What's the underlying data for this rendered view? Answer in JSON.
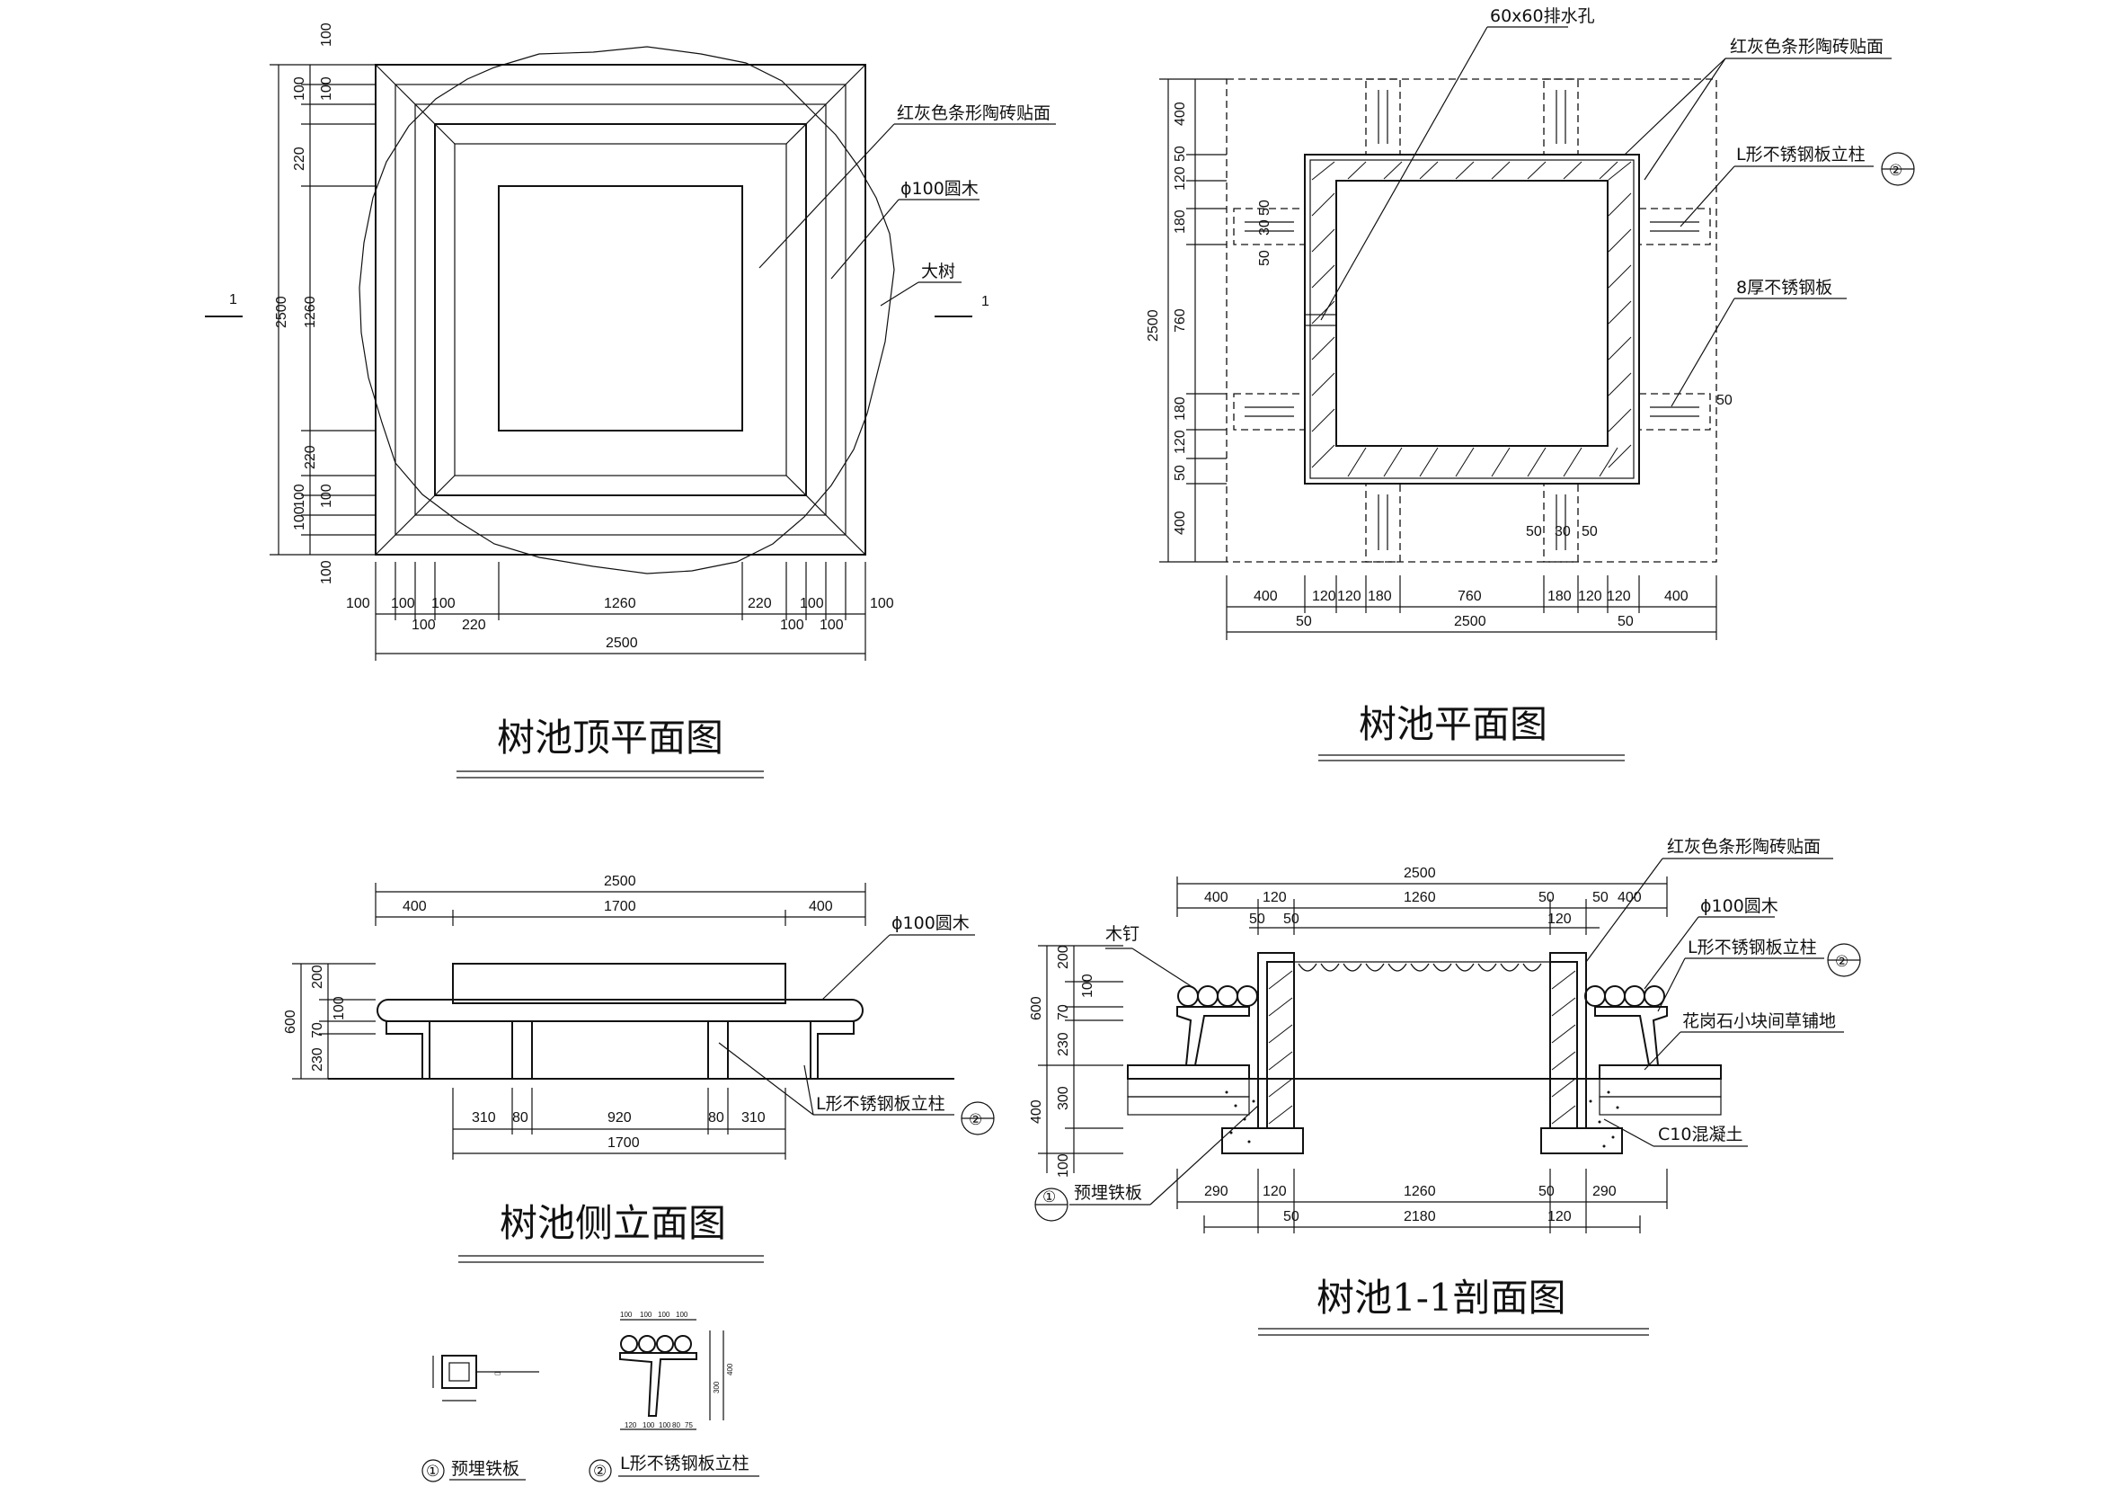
{
  "top_plan": {
    "title": "树池顶平面图",
    "labels": {
      "tile": "红灰色条形陶砖贴面",
      "log": "ϕ100圆木",
      "tree": "大树",
      "sec_left": "1",
      "sec_right": "1"
    },
    "dims_left": [
      "100",
      "100",
      "100",
      "220",
      "2500",
      "1260",
      "220",
      "100",
      "100",
      "100",
      "100"
    ],
    "dims_bottom_top": [
      "100",
      "100",
      "100",
      "1260",
      "220",
      "100",
      "100"
    ],
    "dims_bottom_bot": [
      "100",
      "220",
      "100",
      "100"
    ],
    "dim_total": "2500"
  },
  "plan": {
    "title": "树池平面图",
    "labels": {
      "drain": "60x60排水孔",
      "tile": "红灰色条形陶砖贴面",
      "post": "L形不锈钢板立柱",
      "post_ref": "②",
      "plate": "8厚不锈钢板",
      "d50": "50"
    },
    "dims_left": [
      "400",
      "50",
      "120",
      "180",
      "2500",
      "760",
      "180",
      "120",
      "50",
      "400"
    ],
    "dims_left_small": [
      "50",
      "30",
      "50"
    ],
    "dims_bottom": [
      "400",
      "120",
      "120",
      "180",
      "760",
      "180",
      "120",
      "120",
      "400"
    ],
    "dims_bottom_low": [
      "50",
      "50"
    ],
    "dims_inner": [
      "50",
      "30",
      "50"
    ],
    "dim_total": "2500"
  },
  "side": {
    "title": "树池侧立面图",
    "labels": {
      "log": "ϕ100圆木",
      "post": "L形不锈钢板立柱",
      "post_ref": "②"
    },
    "dims_top": [
      "2500",
      "400",
      "1700",
      "400"
    ],
    "dims_left": [
      "200",
      "600",
      "100",
      "70",
      "230"
    ],
    "dims_bottom": [
      "310",
      "80",
      "920",
      "80",
      "310"
    ],
    "dim_bottom_total": "1700"
  },
  "section": {
    "title": "树池1-1剖面图",
    "labels": {
      "nail": "木钉",
      "tile": "红灰色条形陶砖贴面",
      "log": "ϕ100圆木",
      "post": "L形不锈钢板立柱",
      "post_ref": "②",
      "granite": "花岗石小块间草铺地",
      "concrete": "C10混凝土",
      "plate": "预埋铁板",
      "plate_ref": "①"
    },
    "dims_top": [
      "2500",
      "400",
      "120",
      "1260",
      "50",
      "50",
      "400",
      "50",
      "50",
      "120"
    ],
    "dims_left": [
      "200",
      "600",
      "100",
      "70",
      "230",
      "400",
      "300",
      "100"
    ],
    "dims_bottom": [
      "290",
      "120",
      "1260",
      "50",
      "290"
    ],
    "dims_bottom_low": [
      "50",
      "2180",
      "120"
    ]
  },
  "details": {
    "d1": {
      "num": "①",
      "title": "预埋铁板"
    },
    "d2": {
      "num": "②",
      "title": "L形不锈钢板立柱"
    },
    "d2_dims": [
      "100",
      "100",
      "100",
      "100",
      "300",
      "400",
      "120",
      "100",
      "100",
      "80",
      "75"
    ]
  }
}
